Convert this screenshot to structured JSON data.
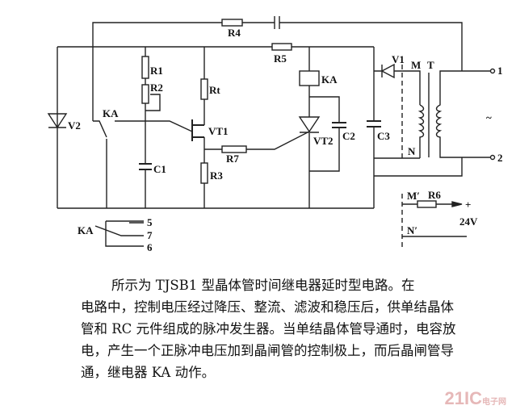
{
  "labels": {
    "R4": "R4",
    "R5": "R5",
    "R1": "R1",
    "R2": "R2",
    "Rt": "Rt",
    "R7": "R7",
    "R3": "R3",
    "C1": "C1",
    "C2": "C2",
    "C3": "C3",
    "V1": "V1",
    "V2": "V2",
    "VT1": "VT1",
    "VT2": "VT2",
    "KA_coil": "KA",
    "KA_switch": "KA",
    "KA_contact": "KA",
    "M": "M",
    "T": "T",
    "N": "N",
    "t1": "1",
    "t2": "2",
    "ac": "~",
    "Mp": "M′",
    "Np": "N′",
    "R6": "R6",
    "plus": "+",
    "v24": "24V",
    "p5": "5",
    "p7": "7",
    "p6": "6"
  },
  "caption": [
    "所示为 TJSB1 型晶体管时间继电器延时型电路。在",
    "电路中，控制电压经过降压、整流、滤波和稳压后，供单结晶体",
    "管和 RC 元件组成的脉冲发生器。当单结晶体管导通时，电容放",
    "电，产生一个正脉冲电压加到晶闸管的控制极上，而后晶闸管导",
    "通，继电器 KA 动作。"
  ],
  "watermark": {
    "main": "21IC",
    "sub": "电子网"
  }
}
